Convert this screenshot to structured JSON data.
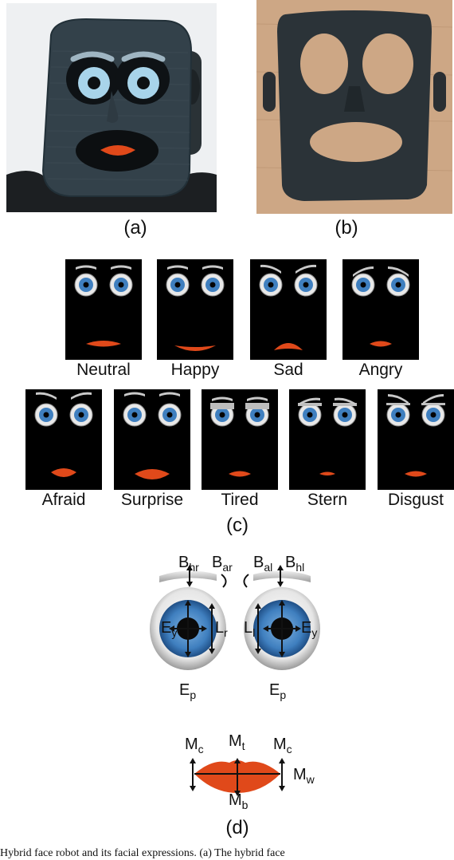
{
  "captions": {
    "a": "(a)",
    "b": "(b)",
    "c": "(c)",
    "d": "(d)"
  },
  "expressions": [
    "Neutral",
    "Happy",
    "Sad",
    "Angry",
    "Afraid",
    "Surprise",
    "Tired",
    "Stern",
    "Disgust"
  ],
  "eye_labels": {
    "b_hr": "B",
    "b_hr_sub": "hr",
    "b_ar": "B",
    "b_ar_sub": "ar",
    "b_al": "B",
    "b_al_sub": "al",
    "b_hl": "B",
    "b_hl_sub": "hl",
    "e_y_left": "E",
    "e_y_left_sub": "y",
    "l_r": "L",
    "l_r_sub": "r",
    "l_l": "L",
    "l_l_sub": "l",
    "e_y_right": "E",
    "e_y_right_sub": "y",
    "e_p_left": "E",
    "e_p_left_sub": "p",
    "e_p_right": "E",
    "e_p_right_sub": "p"
  },
  "mouth_labels": {
    "m_c_left": "M",
    "m_c_left_sub": "c",
    "m_t": "M",
    "m_t_sub": "t",
    "m_c_right": "M",
    "m_c_right_sub": "c",
    "m_w": "M",
    "m_w_sub": "w",
    "m_b": "M",
    "m_b_sub": "b"
  },
  "figure_caption_partial": "Hybrid face robot and its facial expressions. (a) The hybrid face",
  "colors": {
    "iris": "#3f7fbf",
    "lips": "#e0491a",
    "mask": "#2b3338",
    "background_panel": "#000000"
  }
}
